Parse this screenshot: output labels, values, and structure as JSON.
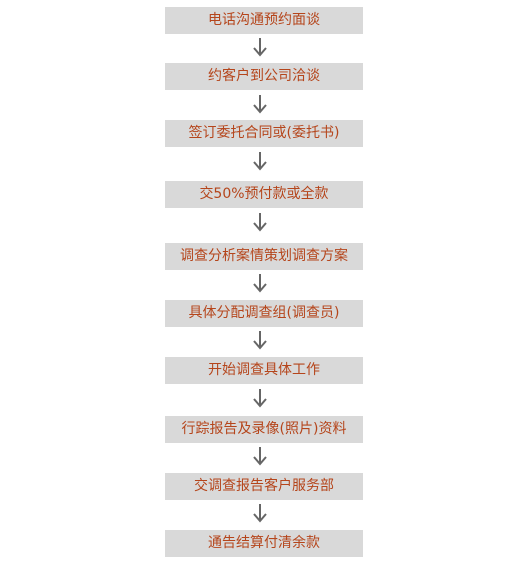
{
  "steps": [
    "电话沟通预约面谈",
    "约客户到公司洽谈",
    "签订委托合同或(委托书)",
    "交50%预付款或全款",
    "调查分析案情策划调查方案",
    "具体分配调查组(调查员)",
    "开始调查具体工作",
    "行踪报告及录像(照片)资料",
    "交调查报告客户服务部",
    "通告结算付清余款"
  ],
  "colors": {
    "box_fill": "#d9d9d9",
    "text": "#b5451b",
    "arrow": "#666666"
  },
  "icons": {
    "connector": "arrow-down-icon"
  }
}
